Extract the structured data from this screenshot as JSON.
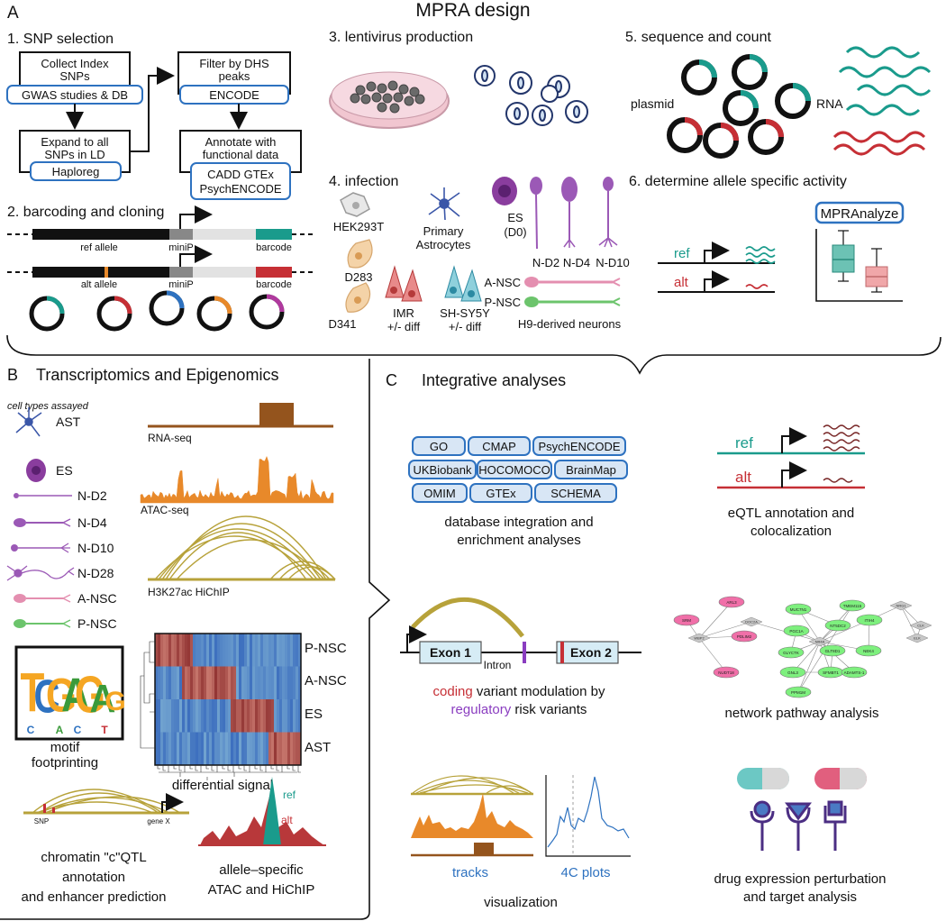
{
  "panel_a": {
    "letter": "A",
    "title": "MPRA design",
    "s1": {
      "heading": "1. SNP selection",
      "collect_l1": "Collect Index",
      "collect_l2": "SNPs",
      "gwas": "GWAS studies & DB",
      "expand_l1": "Expand to all",
      "expand_l2": "SNPs in LD",
      "haploreg": "Haploreg",
      "filter_l1": "Filter by  DHS",
      "filter_l2": "peaks",
      "encode": "ENCODE",
      "annot_l1": "Annotate with",
      "annot_l2": "functional data",
      "cadd": "CADD   GTEx",
      "psych": "PsychENCODE"
    },
    "s2": {
      "heading": "2. barcoding and cloning",
      "ref": "ref allele",
      "alt": "alt allele",
      "minip": "miniP",
      "barcode": "barcode"
    },
    "s3": {
      "heading": "3. lentivirus production"
    },
    "s4": {
      "heading": "4. infection",
      "hek": "HEK293T",
      "astro_l1": "Primary",
      "astro_l2": "Astrocytes",
      "es_l1": "ES",
      "es_l2": "(D0)",
      "d283": "D283",
      "d341": "D341",
      "imr_l1": "IMR",
      "imr_l2": "+/- diff",
      "sh_l1": "SH-SY5Y",
      "sh_l2": "+/- diff",
      "nd2": "N-D2",
      "nd4": "N-D4",
      "nd10": "N-D10",
      "ansc": "A-NSC",
      "pnsc": "P-NSC",
      "h9": "H9-derived neurons"
    },
    "s5": {
      "heading": "5. sequence and count",
      "plasmid": "plasmid",
      "rna": "RNA"
    },
    "s6": {
      "heading": "6. determine allele specific activity",
      "ref": "ref",
      "alt": "alt",
      "mpranalyze": "MPRAnalyze"
    }
  },
  "panel_b": {
    "letter": "B",
    "title": "Transcriptomics and Epigenomics",
    "cell_types_label": "cell types assayed",
    "cell_types": [
      "AST",
      "ES",
      "N-D2",
      "N-D4",
      "N-D10",
      "N-D28",
      "A-NSC",
      "P-NSC"
    ],
    "rnaseq": "RNA-seq",
    "atacseq": "ATAC-seq",
    "hichip": "H3K27ac HiChIP",
    "motif_l1": "motif",
    "motif_l2": "footprinting",
    "heatmap_rows": [
      "P-NSC",
      "A-NSC",
      "ES",
      "AST"
    ],
    "diff_signal": "differential signal",
    "snp": "SNP",
    "genex": "gene X",
    "cqtl_l1": "chromatin \"c\"QTL",
    "cqtl_l2": "annotation",
    "cqtl_l3": "and enhancer prediction",
    "allele_ref": "ref",
    "allele_alt": "alt",
    "allele_l1": "allele–specific",
    "allele_l2": "ATAC and HiChIP"
  },
  "panel_c": {
    "letter": "C",
    "title": "Integrative analyses",
    "db_rows": [
      [
        "GO",
        "CMAP",
        "PsychENCODE"
      ],
      [
        "UKBiobank",
        "HOCOMOCO",
        "BrainMap"
      ],
      [
        "OMIM",
        "GTEx",
        "SCHEMA"
      ]
    ],
    "db_l1": "database integration and",
    "db_l2": "enrichment analyses",
    "eqtl_ref": "ref",
    "eqtl_alt": "alt",
    "eqtl_l1": "eQTL annotation and",
    "eqtl_l2": "colocalization",
    "exon1": "Exon 1",
    "exon2": "Exon 2",
    "intron": "Intron",
    "coding_word": "coding",
    "coding_rest": " variant modulation by",
    "reg_word": "regulatory",
    "reg_rest": " risk variants",
    "network": "network pathway analysis",
    "net_pink": [
      "SRM",
      "ARL3",
      "PDLIM2",
      "NUDT18"
    ],
    "net_green": [
      "MUC7N1",
      "TMEM115",
      "PGC1A",
      "NT5DC2",
      "ITIH4",
      "GLYCTK",
      "GLT8D1",
      "NEK4",
      "GNL3",
      "SFMBT1",
      "PPM1M",
      "ADAMTS-1"
    ],
    "net_grey": [
      "WBP2",
      "DOC2A",
      "NR4A",
      "NRG1",
      "CLK",
      "ELK"
    ],
    "tracks": "tracks",
    "plots4c": "4C plots",
    "visualization": "visualization",
    "drug_l1": "drug expression perturbation",
    "drug_l2": "and target analysis"
  },
  "colors": {
    "teal": "#1a9b8c",
    "red": "#c62f35",
    "purple": "#8a3d9e",
    "orange": "#e8892a",
    "olive": "#b7a23a",
    "brown": "#94541d",
    "blue": "#2e72c0",
    "pink": "#e47d9c",
    "green": "#5cbf5c"
  }
}
